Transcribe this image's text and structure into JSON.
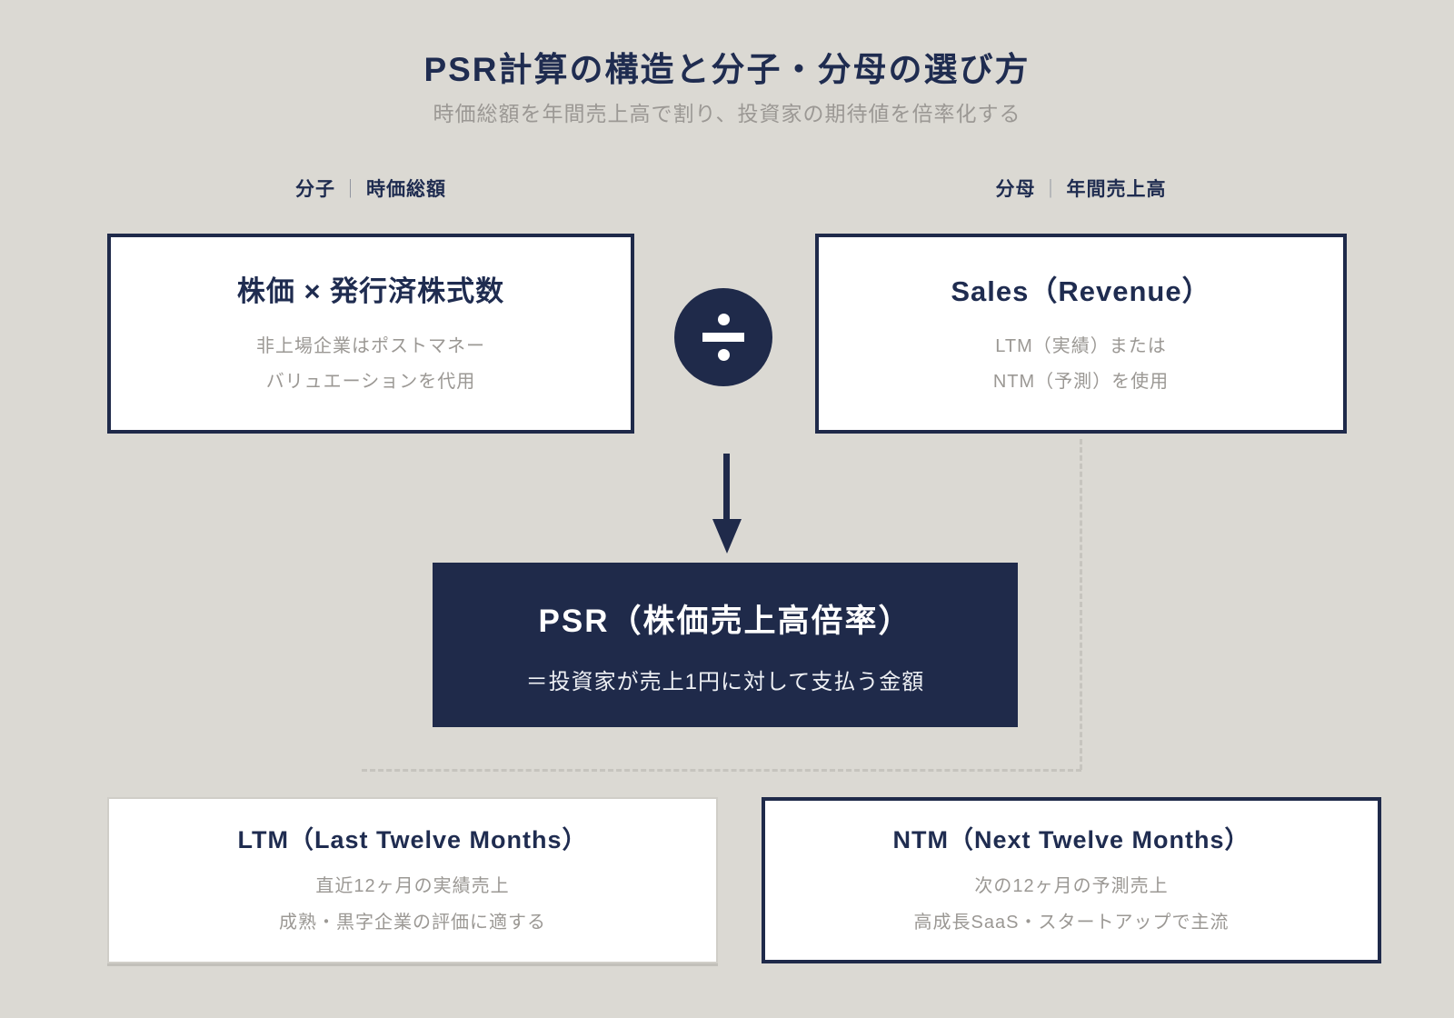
{
  "colors": {
    "background": "#dbd9d3",
    "navy": "#1f2a4a",
    "gray_text": "#9b9894",
    "white_box": "#ffffff",
    "dashed_connector": "#c6c4be",
    "ltm_border": "#d0cec8"
  },
  "header": {
    "title": "PSR計算の構造と分子・分母の選び方",
    "subtitle": "時価総額を年間売上高で割り、投資家の期待値を倍率化する"
  },
  "numerator": {
    "label_prefix": "分子",
    "label_separator": "｜",
    "label_name": "時価総額",
    "box_title": "株価 × 発行済株式数",
    "note_line1": "非上場企業はポストマネー",
    "note_line2": "バリュエーションを代用"
  },
  "denominator": {
    "label_prefix": "分母",
    "label_separator": "｜",
    "label_name": "年間売上高",
    "box_title": "Sales（Revenue）",
    "note_line1": "LTM（実績）または",
    "note_line2": "NTM（予測）を使用"
  },
  "operator": {
    "symbol": "÷"
  },
  "result": {
    "title": "PSR（株価売上高倍率）",
    "subtitle": "＝投資家が売上1円に対して支払う金額"
  },
  "ltm": {
    "title": "LTM（Last Twelve Months）",
    "note_line1": "直近12ヶ月の実績売上",
    "note_line2": "成熟・黒字企業の評価に適する"
  },
  "ntm": {
    "title": "NTM（Next Twelve Months）",
    "note_line1": "次の12ヶ月の予測売上",
    "note_line2": "高成長SaaS・スタートアップで主流"
  }
}
